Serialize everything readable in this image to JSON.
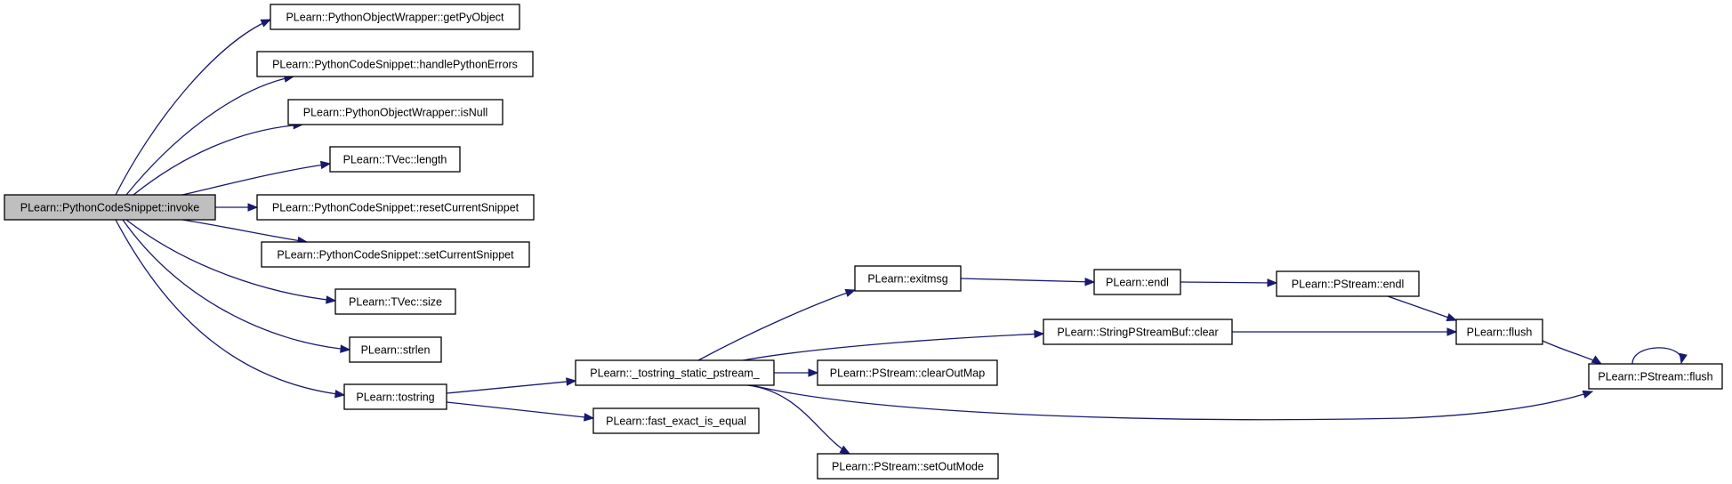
{
  "graph": {
    "title": "",
    "colors": {
      "edge": "#191970",
      "root_fill": "#bfbfbf",
      "node_fill": "#ffffff",
      "node_stroke": "#000000"
    },
    "nodes": [
      {
        "id": "invoke",
        "label": "PLearn::PythonCodeSnippet::invoke",
        "root": true
      },
      {
        "id": "getPyObject",
        "label": "PLearn::PythonObjectWrapper::getPyObject"
      },
      {
        "id": "handlePythonErrors",
        "label": "PLearn::PythonCodeSnippet::handlePythonErrors"
      },
      {
        "id": "isNull",
        "label": "PLearn::PythonObjectWrapper::isNull"
      },
      {
        "id": "length",
        "label": "PLearn::TVec::length"
      },
      {
        "id": "resetCurrentSnippet",
        "label": "PLearn::PythonCodeSnippet::resetCurrentSnippet"
      },
      {
        "id": "setCurrentSnippet",
        "label": "PLearn::PythonCodeSnippet::setCurrentSnippet"
      },
      {
        "id": "size",
        "label": "PLearn::TVec::size"
      },
      {
        "id": "strlen",
        "label": "PLearn::strlen"
      },
      {
        "id": "tostring",
        "label": "PLearn::tostring"
      },
      {
        "id": "tostring_static",
        "label": "PLearn::_tostring_static_pstream_"
      },
      {
        "id": "fast_exact",
        "label": "PLearn::fast_exact_is_equal"
      },
      {
        "id": "exitmsg",
        "label": "PLearn::exitmsg"
      },
      {
        "id": "clear",
        "label": "PLearn::StringPStreamBuf::clear"
      },
      {
        "id": "clearOutMap",
        "label": "PLearn::PStream::clearOutMap"
      },
      {
        "id": "setOutMode",
        "label": "PLearn::PStream::setOutMode"
      },
      {
        "id": "endl",
        "label": "PLearn::endl"
      },
      {
        "id": "pstream_endl",
        "label": "PLearn::PStream::endl"
      },
      {
        "id": "flush",
        "label": "PLearn::flush"
      },
      {
        "id": "pstream_flush",
        "label": "PLearn::PStream::flush"
      }
    ],
    "edges": [
      {
        "from": "invoke",
        "to": "getPyObject"
      },
      {
        "from": "invoke",
        "to": "handlePythonErrors"
      },
      {
        "from": "invoke",
        "to": "isNull"
      },
      {
        "from": "invoke",
        "to": "length"
      },
      {
        "from": "invoke",
        "to": "resetCurrentSnippet"
      },
      {
        "from": "invoke",
        "to": "setCurrentSnippet"
      },
      {
        "from": "invoke",
        "to": "size"
      },
      {
        "from": "invoke",
        "to": "strlen"
      },
      {
        "from": "invoke",
        "to": "tostring"
      },
      {
        "from": "tostring",
        "to": "tostring_static"
      },
      {
        "from": "tostring",
        "to": "fast_exact"
      },
      {
        "from": "tostring_static",
        "to": "exitmsg"
      },
      {
        "from": "tostring_static",
        "to": "clear"
      },
      {
        "from": "tostring_static",
        "to": "clearOutMap"
      },
      {
        "from": "tostring_static",
        "to": "setOutMode"
      },
      {
        "from": "tostring_static",
        "to": "pstream_flush"
      },
      {
        "from": "exitmsg",
        "to": "endl"
      },
      {
        "from": "endl",
        "to": "pstream_endl"
      },
      {
        "from": "pstream_endl",
        "to": "flush"
      },
      {
        "from": "clear",
        "to": "flush"
      },
      {
        "from": "flush",
        "to": "pstream_flush"
      },
      {
        "from": "pstream_flush",
        "to": "pstream_flush"
      }
    ]
  }
}
